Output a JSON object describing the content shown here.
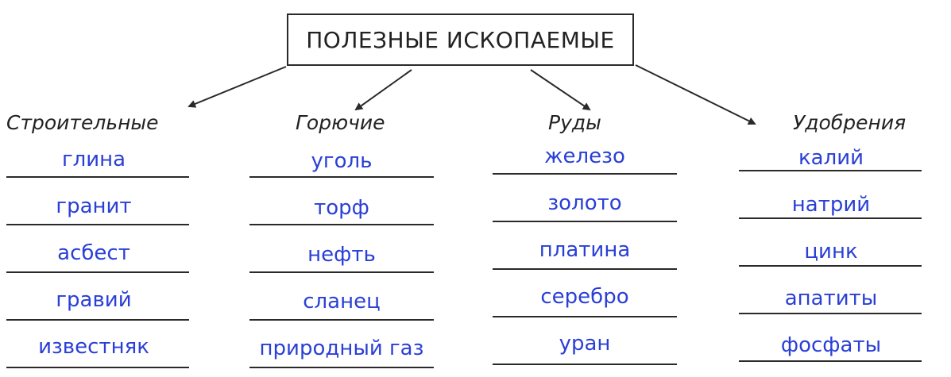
{
  "title": "ПОЛЕЗНЫЕ ИСКОПАЕМЫЕ",
  "categories": [
    {
      "name": "Строительные",
      "items": [
        "глина",
        "гранит",
        "асбест",
        "гравий",
        "известняк"
      ]
    },
    {
      "name": "Горючие",
      "items": [
        "уголь",
        "торф",
        "нефть",
        "сланец",
        "природный газ"
      ]
    },
    {
      "name": "Руды",
      "items": [
        "железо",
        "золото",
        "платина",
        "серебро",
        "уран"
      ]
    },
    {
      "name": "Удобрения",
      "items": [
        "калий",
        "натрий",
        "цинк",
        "апатиты",
        "фосфаты"
      ]
    }
  ],
  "colors": {
    "ink": "#222222",
    "answer": "#2a3fd6"
  }
}
